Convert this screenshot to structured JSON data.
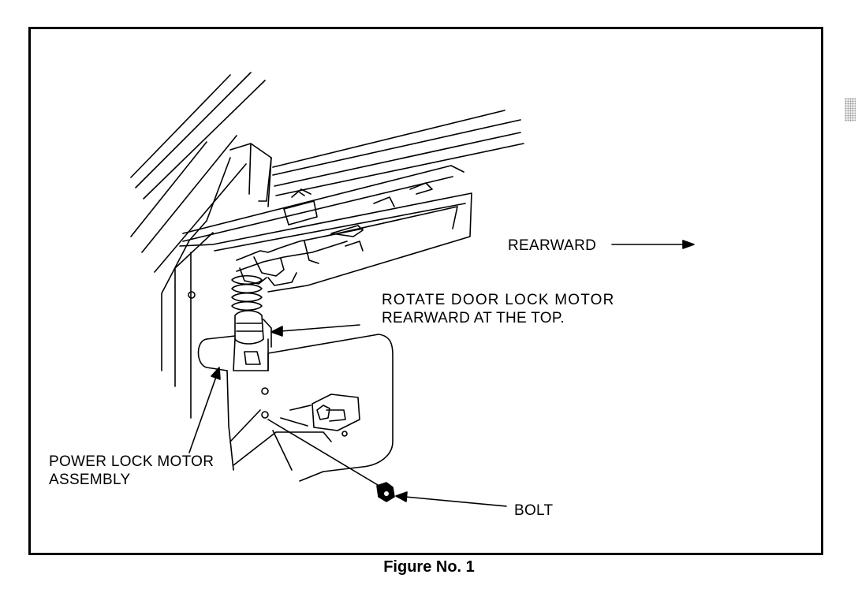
{
  "labels": {
    "rearward": "REARWARD",
    "rotate_line1": "ROTATE DOOR LOCK MOTOR",
    "rotate_line2": "REARWARD AT THE TOP.",
    "power_lock_line1": "POWER LOCK MOTOR",
    "power_lock_line2": "ASSEMBLY",
    "bolt": "BOLT"
  },
  "caption": "Figure No. 1",
  "colors": {
    "ink": "#000000",
    "paper": "#ffffff"
  }
}
